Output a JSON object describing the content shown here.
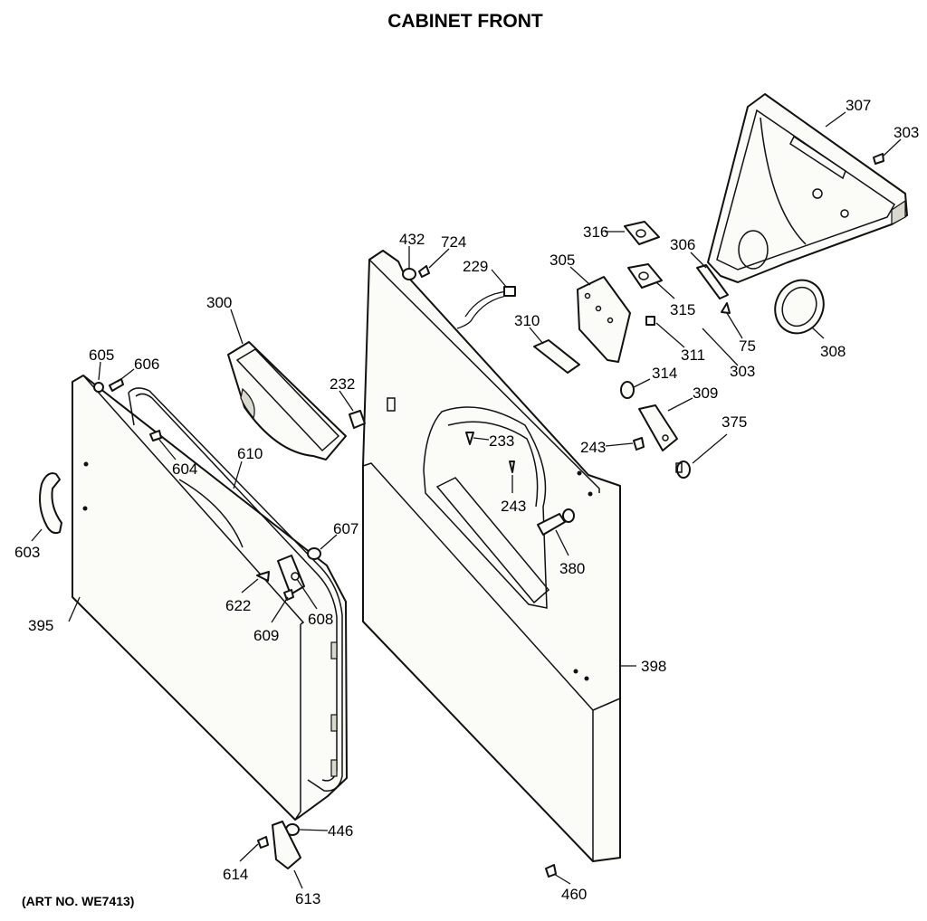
{
  "title": "CABINET FRONT",
  "art_number": "(ART NO. WE7413)",
  "callouts": {
    "c307": "307",
    "c303a": "303",
    "c316": "316",
    "c306": "306",
    "c432": "432",
    "c724": "724",
    "c229": "229",
    "c305": "305",
    "c315": "315",
    "c300": "300",
    "c310": "310",
    "c311": "311",
    "c75": "75",
    "c308": "308",
    "c303b": "303",
    "c314": "314",
    "c309": "309",
    "c605": "605",
    "c606": "606",
    "c232": "232",
    "c243a": "243",
    "c375": "375",
    "c233": "233",
    "c243b": "243",
    "c604": "604",
    "c610": "610",
    "c603": "603",
    "c607": "607",
    "c380": "380",
    "c622": "622",
    "c608": "608",
    "c395": "395",
    "c609": "609",
    "c398": "398",
    "c446": "446",
    "c614": "614",
    "c613": "613",
    "c460": "460"
  }
}
